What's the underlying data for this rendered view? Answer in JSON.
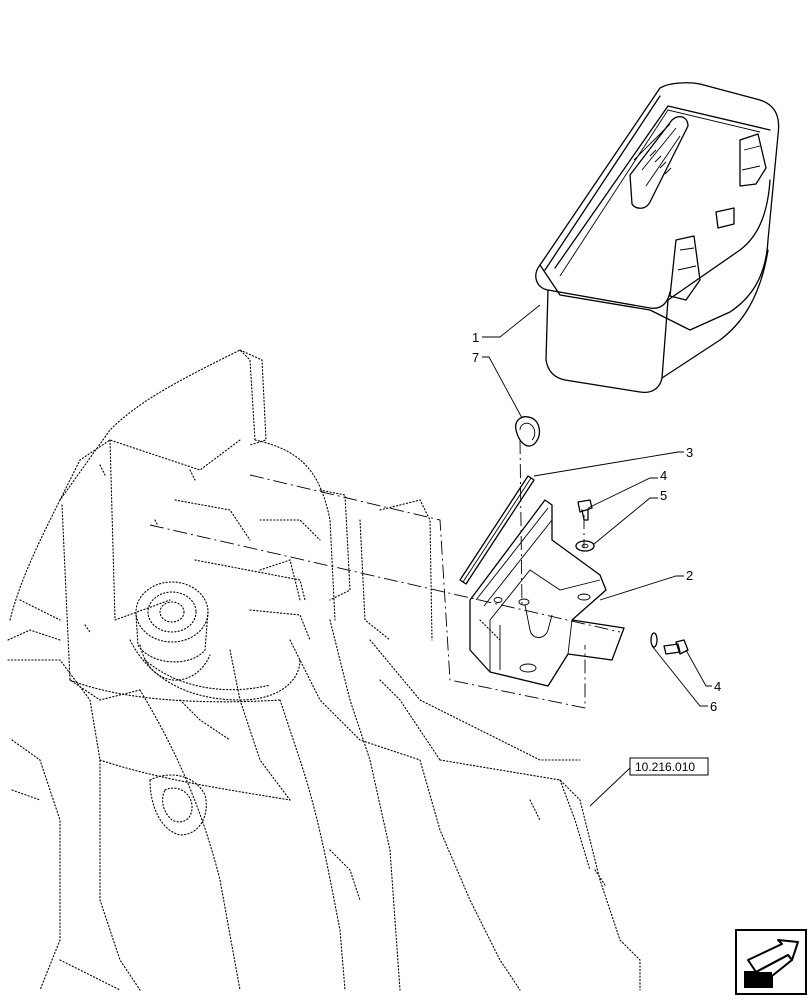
{
  "callouts": {
    "c1": "1",
    "c7": "7",
    "c3": "3",
    "c4a": "4",
    "c5": "5",
    "c2": "2",
    "c4b": "4",
    "c6": "6"
  },
  "reference": {
    "label": "10.216.010"
  },
  "nav_icon": "next-page-arrow-icon"
}
